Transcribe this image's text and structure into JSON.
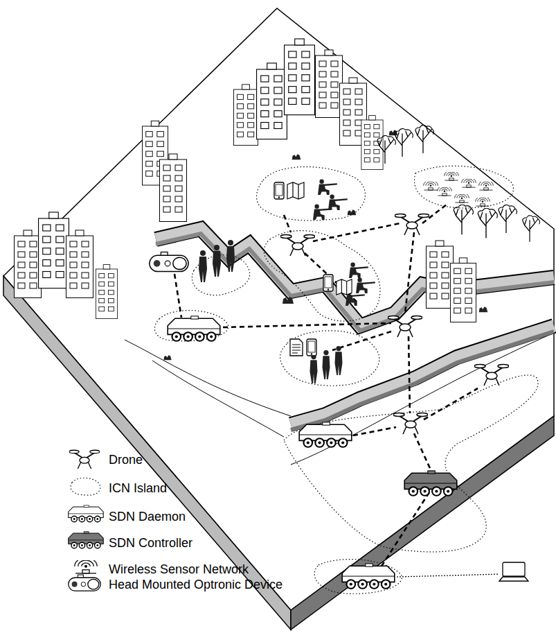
{
  "diagram": {
    "legend": [
      {
        "text": "Drone"
      },
      {
        "text": "ICN Island"
      },
      {
        "text": "SDN Daemon"
      },
      {
        "text": "SDN Controller"
      },
      {
        "text": "Wireless Sensor Network"
      },
      {
        "text": "Head Mounted Optronic Device"
      }
    ]
  }
}
